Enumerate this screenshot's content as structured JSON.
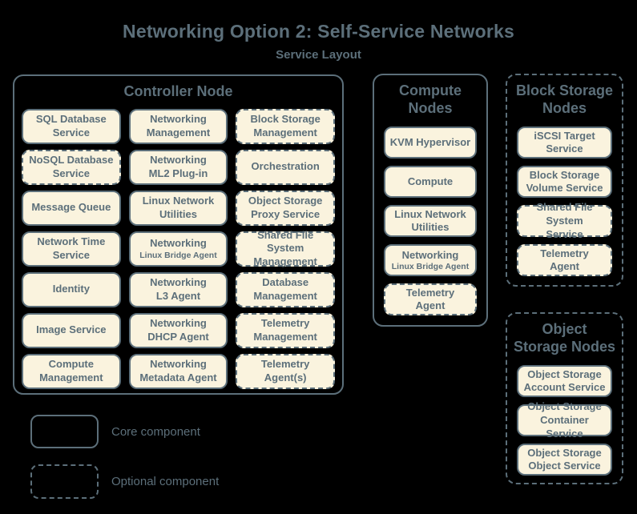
{
  "header": {
    "title": "Networking Option 2: Self-Service Networks",
    "subtitle": "Service Layout"
  },
  "colors": {
    "background": "#000000",
    "accent": "#5c6f7a",
    "box_fill": "#faf3de"
  },
  "groups": [
    {
      "id": "controller",
      "title": "Controller Node",
      "title_lines": [
        "Controller Node"
      ],
      "border": "solid",
      "columns": 3,
      "services": [
        {
          "label": "SQL Database",
          "label2": "Service",
          "border": "solid"
        },
        {
          "label": "Networking",
          "label2": "Management",
          "border": "solid"
        },
        {
          "label": "Block Storage",
          "label2": "Management",
          "border": "dashed"
        },
        {
          "label": "NoSQL Database",
          "label2": "Service",
          "border": "dashed"
        },
        {
          "label": "Networking",
          "label2": "ML2 Plug-in",
          "border": "solid"
        },
        {
          "label": "Orchestration",
          "border": "dashed"
        },
        {
          "label": "Message Queue",
          "border": "solid"
        },
        {
          "label": "Linux Network",
          "label2": "Utilities",
          "border": "solid"
        },
        {
          "label": "Object Storage",
          "label2": "Proxy Service",
          "border": "dashed"
        },
        {
          "label": "Network Time",
          "label2": "Service",
          "border": "solid"
        },
        {
          "label": "Networking",
          "sub": "Linux Bridge Agent",
          "border": "solid"
        },
        {
          "label": "Shared File System",
          "label2": "Management",
          "border": "dashed"
        },
        {
          "label": "Identity",
          "border": "solid"
        },
        {
          "label": "Networking",
          "label2": "L3 Agent",
          "border": "solid"
        },
        {
          "label": "Database",
          "label2": "Management",
          "border": "dashed"
        },
        {
          "label": "Image Service",
          "border": "solid"
        },
        {
          "label": "Networking",
          "label2": "DHCP Agent",
          "border": "solid"
        },
        {
          "label": "Telemetry",
          "label2": "Management",
          "border": "dashed"
        },
        {
          "label": "Compute",
          "label2": "Management",
          "border": "solid"
        },
        {
          "label": "Networking",
          "label2": "Metadata Agent",
          "border": "solid"
        },
        {
          "label": "Telemetry",
          "label2": "Agent(s)",
          "border": "dashed"
        }
      ]
    },
    {
      "id": "compute",
      "title": "Compute Nodes",
      "title_lines": [
        "Compute",
        "Nodes"
      ],
      "border": "solid",
      "columns": 1,
      "services": [
        {
          "label": "KVM Hypervisor",
          "border": "solid"
        },
        {
          "label": "Compute",
          "border": "solid"
        },
        {
          "label": "Linux Network",
          "label2": "Utilities",
          "border": "solid"
        },
        {
          "label": "Networking",
          "sub": "Linux Bridge Agent",
          "border": "solid"
        },
        {
          "label": "Telemetry",
          "label2": "Agent",
          "border": "dashed"
        }
      ]
    },
    {
      "id": "block-storage",
      "title": "Block Storage Nodes",
      "title_lines": [
        "Block Storage",
        "Nodes"
      ],
      "border": "dashed",
      "columns": 1,
      "services": [
        {
          "label": "iSCSI Target",
          "label2": "Service",
          "border": "solid"
        },
        {
          "label": "Block Storage",
          "label2": "Volume Service",
          "border": "solid"
        },
        {
          "label": "Shared File System",
          "label2": "Service",
          "border": "dashed"
        },
        {
          "label": "Telemetry",
          "label2": "Agent",
          "border": "dashed"
        }
      ]
    },
    {
      "id": "object-storage",
      "title": "Object Storage Nodes",
      "title_lines": [
        "Object",
        "Storage Nodes"
      ],
      "border": "dashed",
      "columns": 1,
      "services": [
        {
          "label": "Object Storage",
          "label2": "Account Service",
          "border": "solid"
        },
        {
          "label": "Object Storage",
          "label2": "Container Service",
          "border": "solid"
        },
        {
          "label": "Object Storage",
          "label2": "Object Service",
          "border": "solid"
        }
      ]
    }
  ],
  "legend": {
    "items": [
      {
        "style": "solid",
        "label": "Core component"
      },
      {
        "style": "dashed",
        "label": "Optional component"
      }
    ]
  }
}
